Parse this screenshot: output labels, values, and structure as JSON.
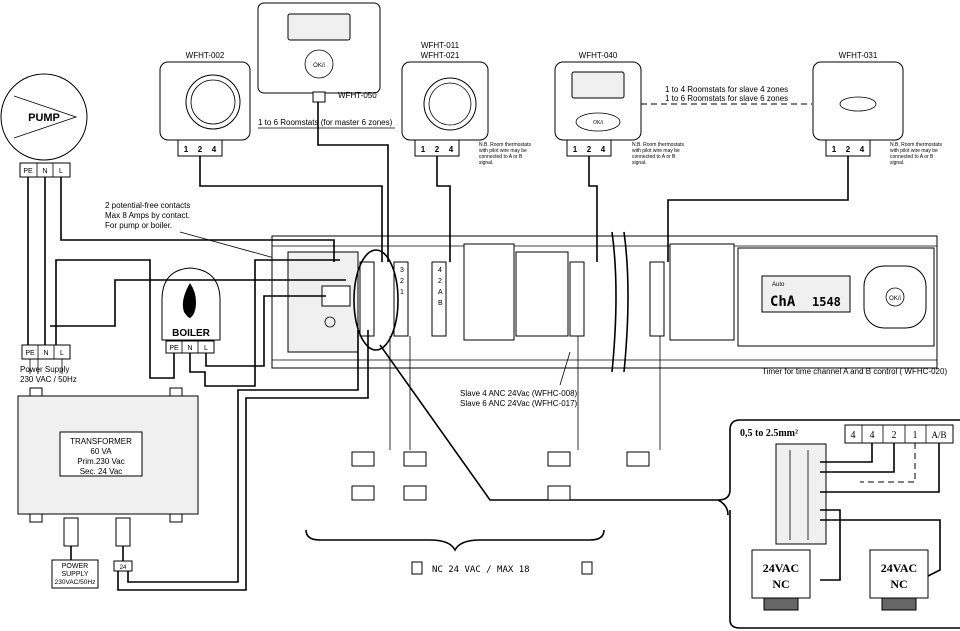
{
  "pump": {
    "title": "PUMP",
    "terminals": [
      "PE",
      "N",
      "L"
    ]
  },
  "power_supply": {
    "terminals": [
      "PE",
      "N",
      "L"
    ],
    "line1": "Power Supply",
    "line2": "230 VAC / 50Hz"
  },
  "boiler": {
    "title": "BOILER",
    "terminals": [
      "PE",
      "N",
      "L"
    ]
  },
  "contacts_note": {
    "line1": "2 potential-free contacts",
    "line2": "Max 8 Amps by contact.",
    "line3": "For pump or boiler."
  },
  "transformer": {
    "line1": "TRANSFORMER",
    "line2": "60 VA",
    "line3": "Prim.230 Vac",
    "line4": "Sec. 24  Vac"
  },
  "transformer_supply": {
    "line1": "POWER",
    "line2": "SUPPLY",
    "line3": "230VAC/50Hz",
    "terminal": "24"
  },
  "thermostats": {
    "t002": {
      "name": "WFHT-002",
      "terminals": [
        "1",
        "2",
        "4"
      ]
    },
    "t050": {
      "name": "WFHT-050",
      "buttons": [
        "OK/i"
      ]
    },
    "t011": {
      "name1": "WFHT-011",
      "name2": "WFHT-021",
      "terminals": [
        "1",
        "2",
        "4"
      ]
    },
    "t040": {
      "name": "WFHT-040",
      "terminals": [
        "1",
        "2",
        "4"
      ],
      "button": "OK/i"
    },
    "t031": {
      "name": "WFHT-031",
      "terminals": [
        "1",
        "2",
        "4"
      ]
    }
  },
  "master_note": "1 to 6 Roomstats (for master 6 zones)",
  "slave_note": {
    "line1": "1 to 4 Roomstats for slave 4 zones",
    "line2": "1 to 6 Roomstats for slave 6 zones"
  },
  "pilot_note": {
    "line1": "N.B. Room thermostats",
    "line2": "with pilot wire may be",
    "line3": "connected to  A or B",
    "line4": "signal."
  },
  "slave_label": {
    "line1": "Slave 4  ANC 24Vac (WFHC-008)",
    "line2": "Slave 6  ANC 24Vac (WFHC-017)"
  },
  "timer": {
    "label": "Timer for time channel A and B control ( WFHC-020)",
    "mode": "Auto",
    "display": "ChA",
    "time": "1548",
    "button": "OK/i"
  },
  "terminal_strip": [
    "4",
    "4",
    "2",
    "1",
    "A/B"
  ],
  "wire_size": "0,5 to 2.5mm²",
  "actuators": [
    {
      "line1": "24VAC",
      "line2": "NC"
    },
    {
      "line1": "24VAC",
      "line2": "NC"
    }
  ],
  "bottom_note": "NC 24 VAC / MAX 18",
  "controller_terminals": [
    "3",
    "2",
    "1",
    "4",
    "2",
    "A",
    "B"
  ]
}
